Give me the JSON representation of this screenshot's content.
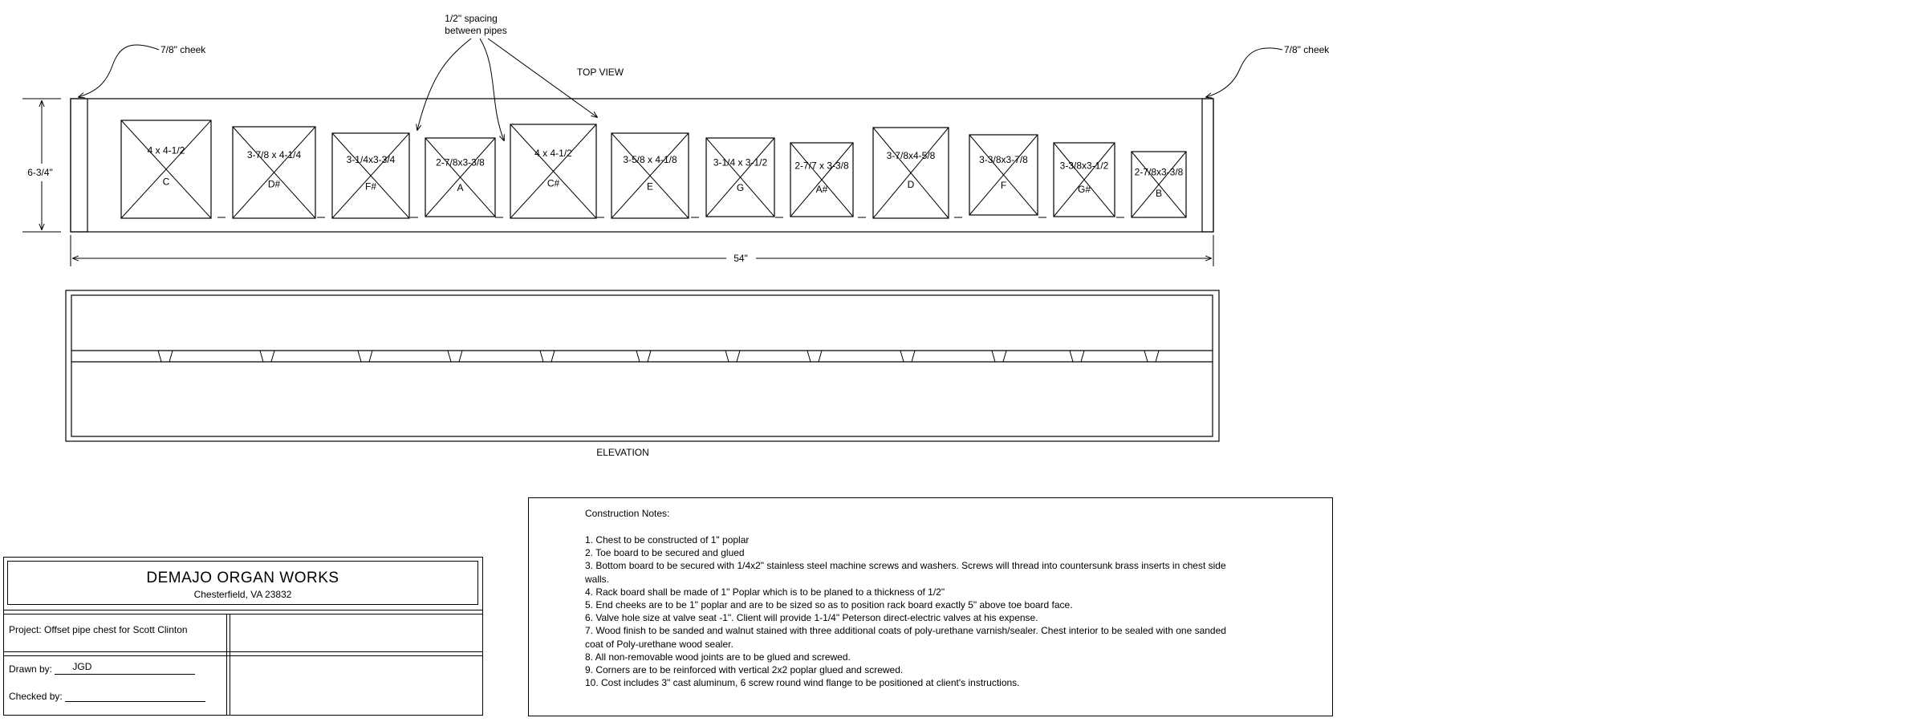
{
  "drawing": {
    "top_view_label": "TOP VIEW",
    "elevation_label": "ELEVATION",
    "cheek_left_label": "7/8\" cheek",
    "cheek_right_label": "7/8\" cheek",
    "spacing_note": [
      "1/2\" spacing",
      "between pipes"
    ],
    "height_dim_label": "6-3/4\"",
    "width_dim_label": "54\""
  },
  "pipes": [
    {
      "size": "4 x 4-1/2",
      "note": "C"
    },
    {
      "size": "3-7/8 x 4-1/4",
      "note": "D#"
    },
    {
      "size": "3-1/4x3-3/4",
      "note": "F#"
    },
    {
      "size": "2-7/8x3-3/8",
      "note": "A"
    },
    {
      "size": "4 x 4-1/2",
      "note": "C#"
    },
    {
      "size": "3-5/8 x 4-1/8",
      "note": "E"
    },
    {
      "size": "3-1/4 x 3-1/2",
      "note": "G"
    },
    {
      "size": "2-7/7 x 3-3/8",
      "note": "A#"
    },
    {
      "size": "3-7/8x4-5/8",
      "note": "D"
    },
    {
      "size": "3-3/8x3-7/8",
      "note": "F"
    },
    {
      "size": "3-3/8x3-1/2",
      "note": "G#"
    },
    {
      "size": "2-7/8x3-3/8",
      "note": "B"
    }
  ],
  "title_block": {
    "company": "DEMAJO ORGAN WORKS",
    "location": "Chesterfield, VA 23832",
    "project_label": "Project:",
    "project_value": "Offset pipe chest for Scott Clinton",
    "drawn_by_label": "Drawn by:",
    "drawn_by_value": "JGD",
    "checked_by_label": "Checked by:"
  },
  "notes": {
    "title": "Construction Notes:",
    "items": [
      "1. Chest to be constructed of 1\" poplar",
      "2. Toe board to be secured and glued",
      "3. Bottom board to be secured with 1/4x2\" stainless steel machine screws and washers. Screws will thread into countersunk brass inserts in chest side walls.",
      "4. Rack board shall be made of 1\" Poplar which is to be planed to a thickness of 1/2\"",
      "5. End cheeks are to be 1\" poplar and are to be sized so as to position rack board exactly 5\" above toe board face.",
      "6. Valve hole size at valve seat -1\". Client will provide 1-1/4\" Peterson direct-electric valves at his expense.",
      "7. Wood finish to be sanded and walnut stained with three additional coats of poly-urethane varnish/sealer. Chest interior to be sealed with one sanded coat of Poly-urethane wood sealer.",
      "8. All non-removable wood joints are to be glued and screwed.",
      "9. Corners are to be reinforced with vertical 2x2 poplar glued and screwed.",
      "10. Cost includes 3\" cast aluminum, 6 screw round wind flange to be positioned at client's instructions."
    ]
  }
}
